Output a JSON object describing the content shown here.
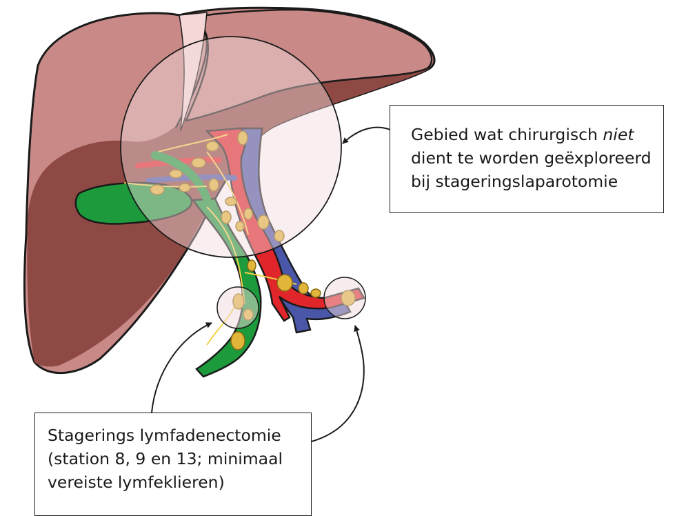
{
  "colors": {
    "liver_light": "#c98a87",
    "liver_dark": "#8e4944",
    "outline": "#1a1a1a",
    "gallbladder_bile_duct": "#1d9a3c",
    "hepatic_artery": "#e0262b",
    "portal_vein": "#4a57a8",
    "lymph_node": "#e0b53a",
    "lymph_vessel": "#f2d24b",
    "exploration_zone": "#f1dcdd"
  },
  "icons": [
    "liver-illustration",
    "lymph-node",
    "arrow-pointer"
  ],
  "callouts": {
    "top": {
      "line1": "Gebied wat chirurgisch ",
      "line1_emphasis": "niet",
      "line2": "dient te worden geëxploreerd",
      "line3": "bij stageringslaparotomie"
    },
    "bottom": {
      "line1": "Stagerings lymfadenectomie",
      "line2": "(station 8, 9 en 13; minimaal",
      "line3": "vereiste lymfeklieren)"
    }
  }
}
